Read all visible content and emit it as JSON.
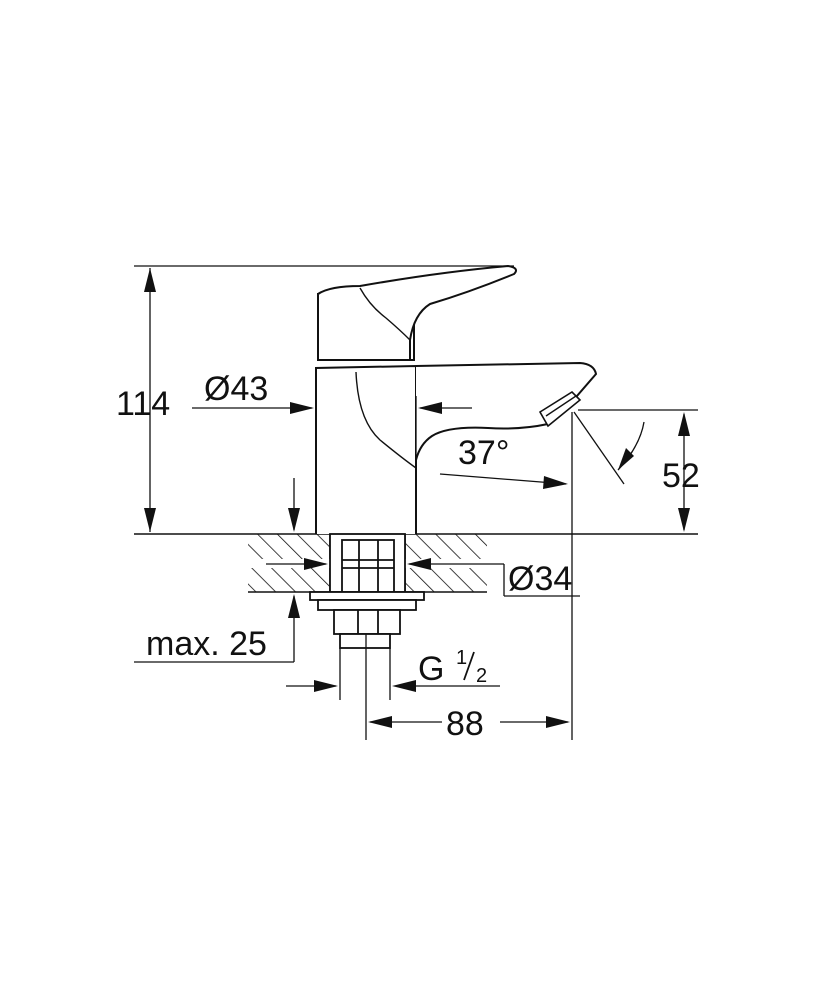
{
  "colors": {
    "line": "#111111",
    "background": "#ffffff"
  },
  "dimensions": {
    "height_total": "114",
    "diameter_body": "Ø43",
    "angle": "37°",
    "spout_height": "52",
    "diameter_hole": "Ø34",
    "max_thickness": "max. 25",
    "thread_main": "G",
    "thread_num": "1",
    "thread_den": "2",
    "spout_reach": "88"
  }
}
